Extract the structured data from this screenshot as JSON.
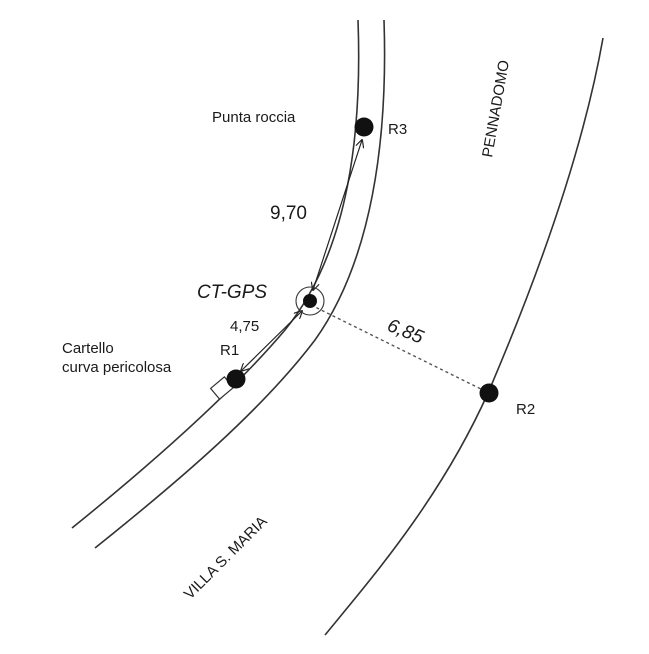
{
  "diagram": {
    "road_label_north": "PENNADOMO",
    "road_label_south": "VILLA S. MARIA",
    "points": {
      "r1": "R1",
      "r2": "R2",
      "r3": "R3",
      "ct_gps": "CT-GPS"
    },
    "annotations": {
      "r3_note": "Punta roccia",
      "r1_note_line1": "Cartello",
      "r1_note_line2": "curva pericolosa"
    },
    "distances": {
      "ct_r3": "9,70",
      "ct_r1": "4,75",
      "ct_r2": "6,85"
    },
    "colors": {
      "ink": "#1a1a1a",
      "line": "#333333",
      "dashed": "#555555"
    }
  }
}
